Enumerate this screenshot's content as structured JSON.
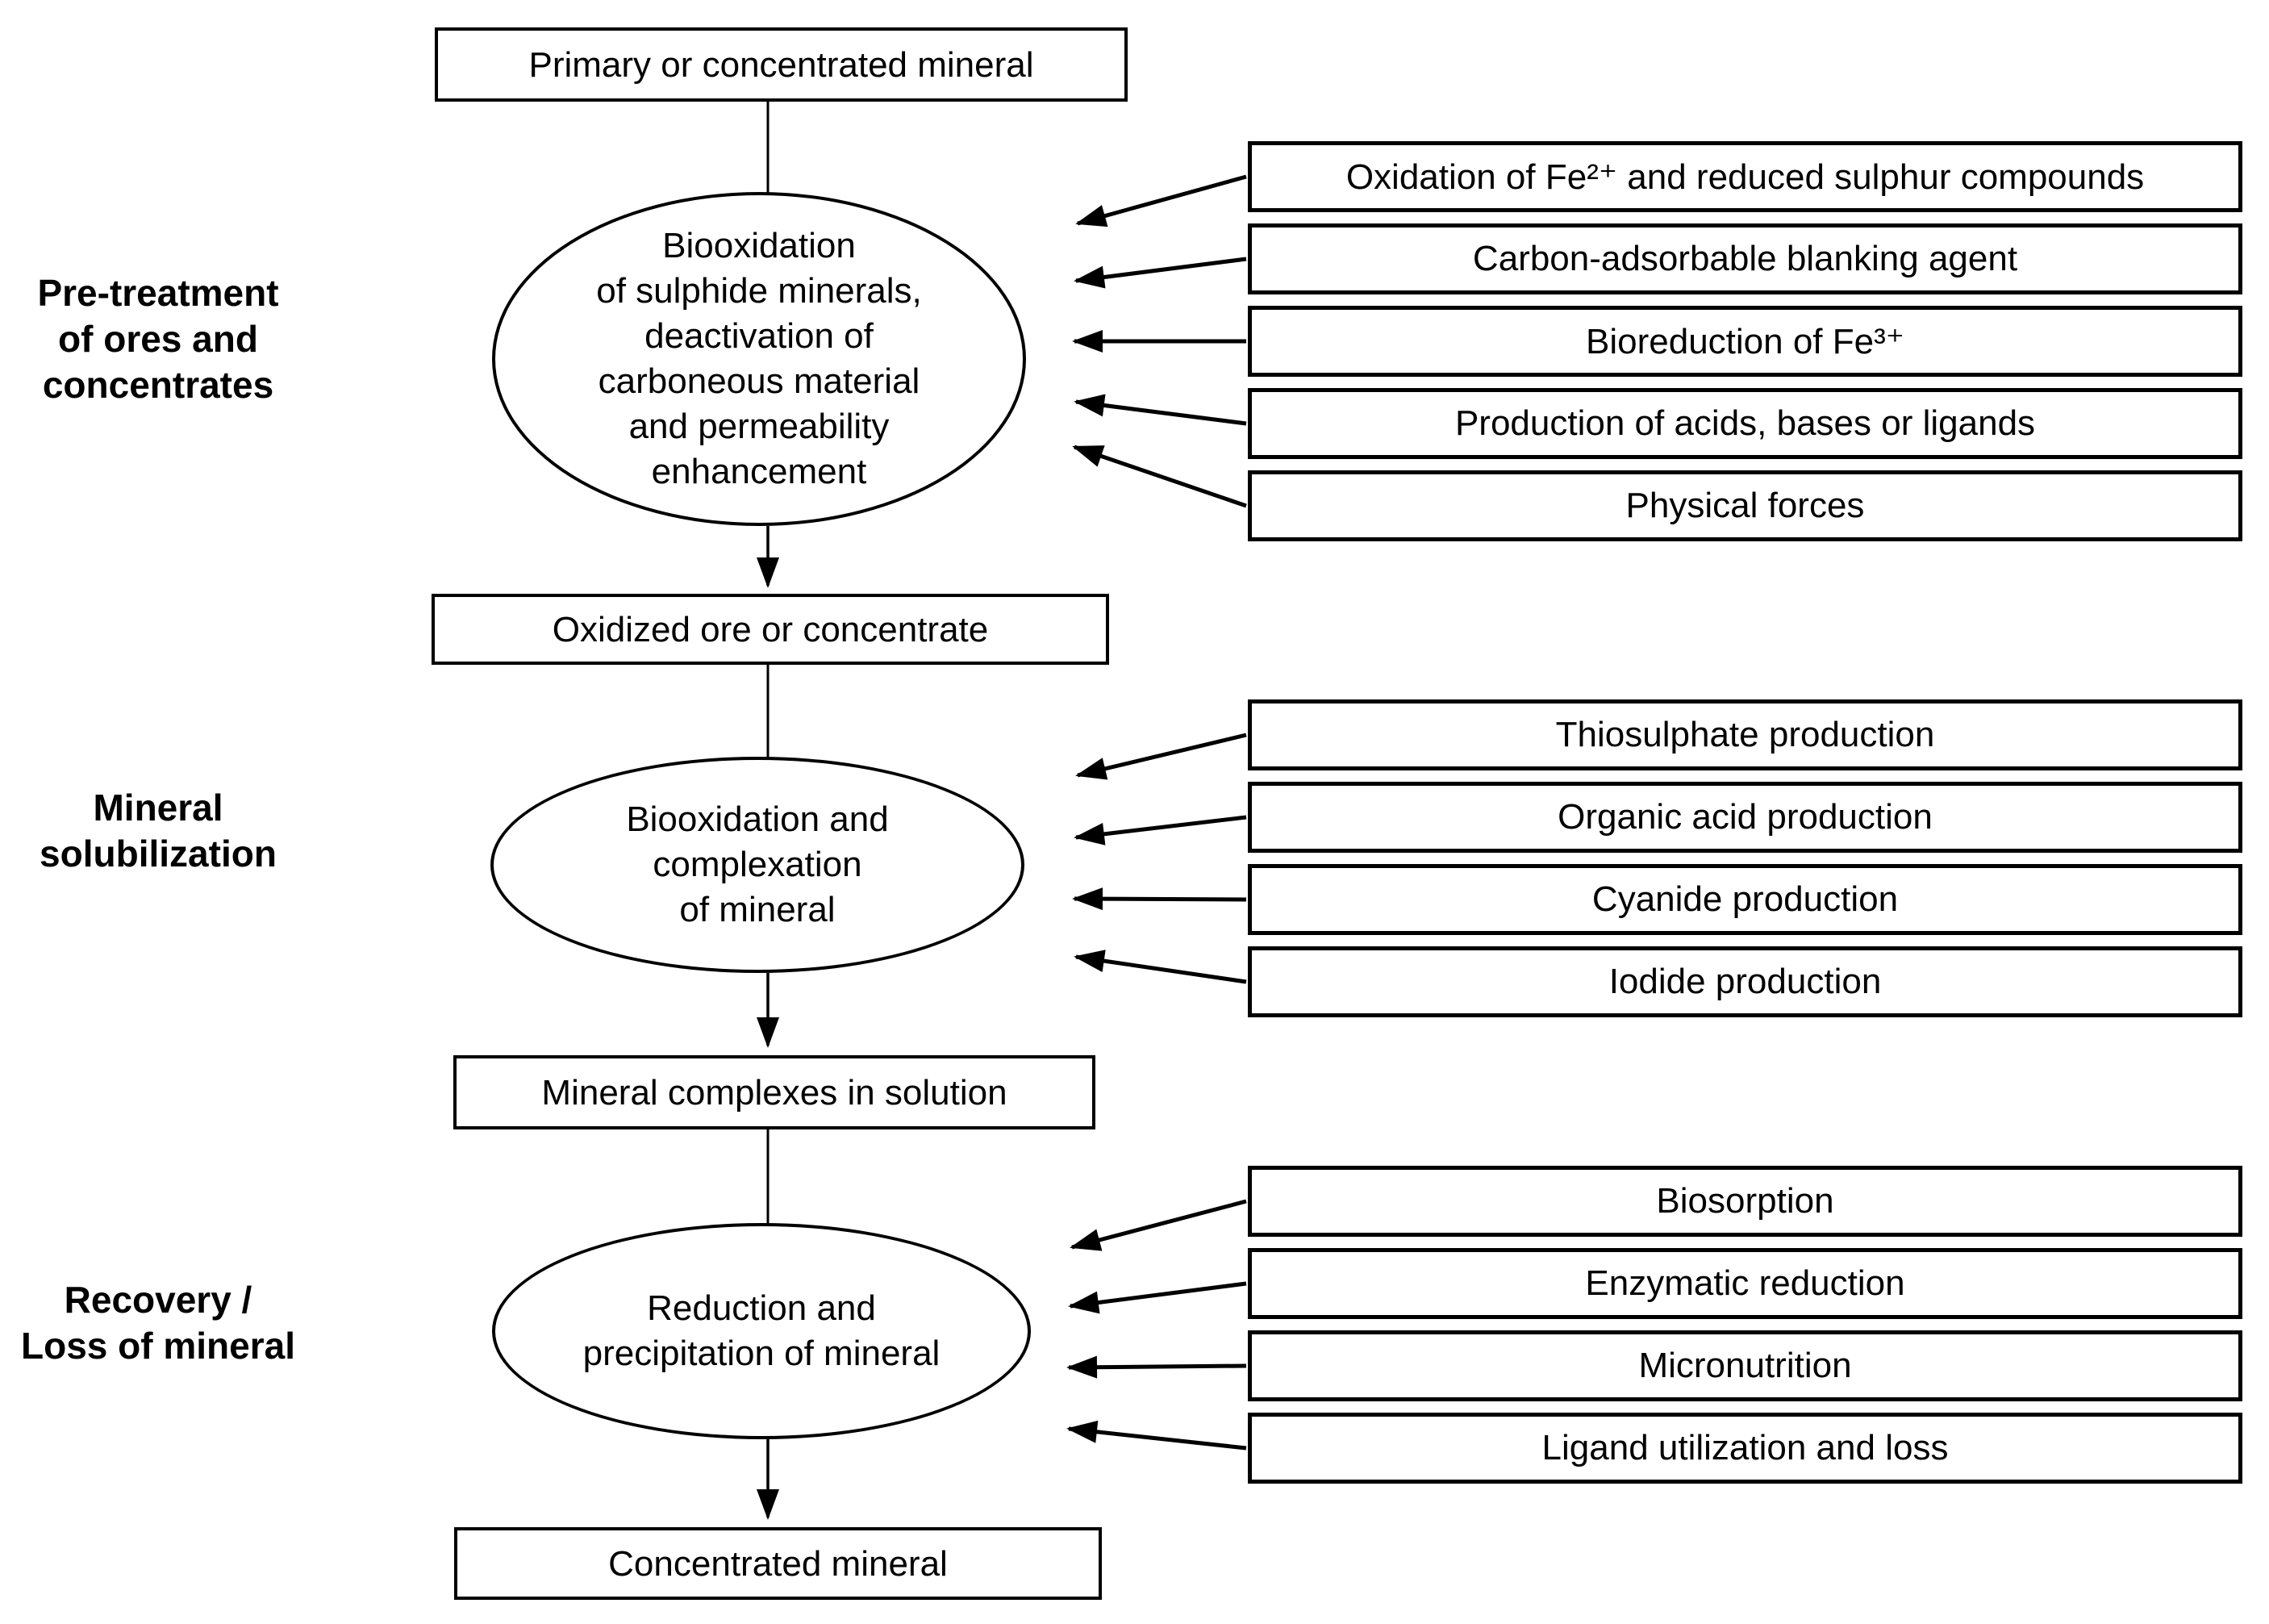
{
  "stages": [
    {
      "label": "Pre-treatment\nof ores and\nconcentrates"
    },
    {
      "label": "Mineral\nsolubilization"
    },
    {
      "label": "Recovery /\nLoss of mineral"
    }
  ],
  "flow": {
    "input_box": "Primary or concentrated mineral",
    "pretreatment_ellipse": "Biooxidation\nof sulphide minerals,\ndeactivation of\ncarboneous material\nand permeability\nenhancement",
    "oxidized_box": "Oxidized ore or concentrate",
    "solubilization_ellipse": "Biooxidation and\ncomplexation\nof mineral",
    "complexes_box": "Mineral complexes in solution",
    "recovery_ellipse": "Reduction and\nprecipitation of mineral",
    "output_box": "Concentrated mineral"
  },
  "mechanisms": {
    "pretreatment": [
      "Oxidation of Fe²⁺ and reduced sulphur compounds",
      "Carbon-adsorbable blanking agent",
      "Bioreduction of Fe³⁺",
      "Production of acids, bases or ligands",
      "Physical forces"
    ],
    "solubilization": [
      "Thiosulphate production",
      "Organic acid production",
      "Cyanide production",
      "Iodide production"
    ],
    "recovery": [
      "Biosorption",
      "Enzymatic reduction",
      "Micronutrition",
      "Ligand utilization and loss"
    ]
  },
  "colors": {
    "ink": "#000000",
    "background": "#ffffff"
  }
}
